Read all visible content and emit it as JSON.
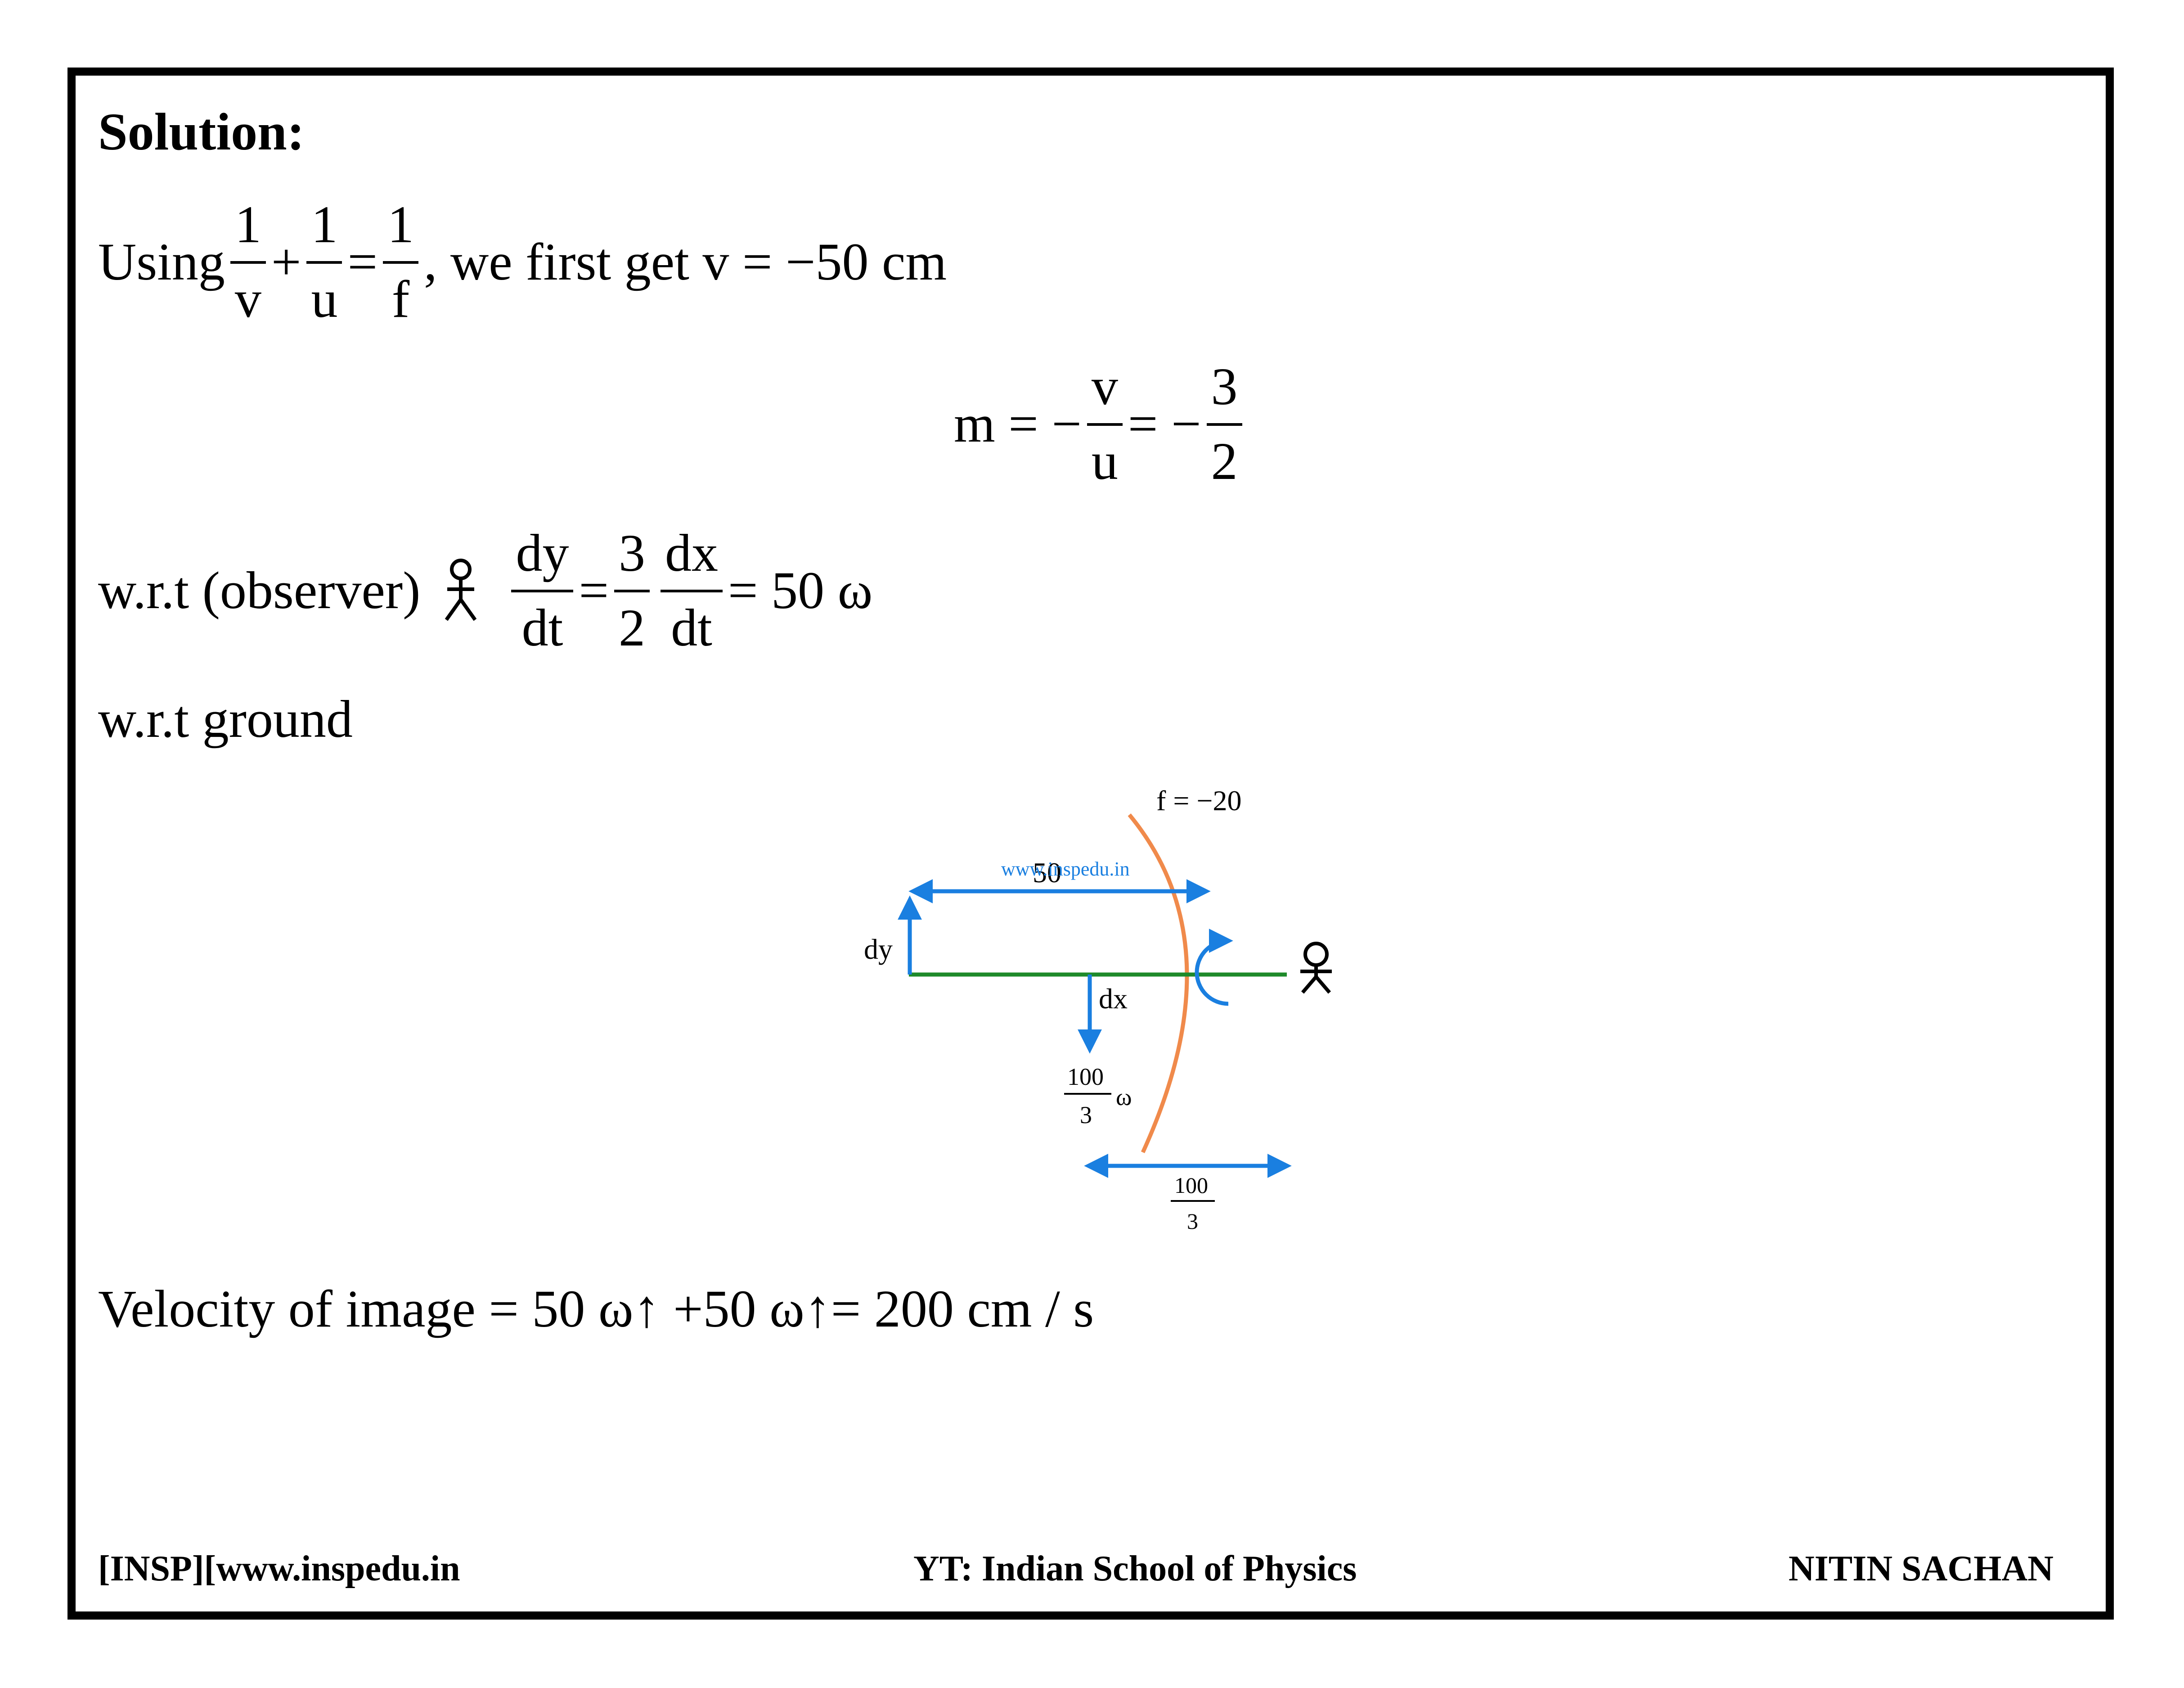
{
  "heading": "Solution:",
  "line1": {
    "prefix": "Using",
    "f1_num": "1",
    "f1_den": "v",
    "plus": "+",
    "f2_num": "1",
    "f2_den": "u",
    "eq": "=",
    "f3_num": "1",
    "f3_den": "f",
    "suffix": ", we first get v = −50 cm"
  },
  "line2": {
    "lhs": "m = −",
    "f1_num": "v",
    "f1_den": "u",
    "mid": "= −",
    "f2_num": "3",
    "f2_den": "2"
  },
  "line3": {
    "prefix": "w.r.t (observer)",
    "f1_num": "dy",
    "f1_den": "dt",
    "eq1": "=",
    "f2_num": "3",
    "f2_den": "2",
    "f3_num": "dx",
    "f3_den": "dt",
    "rhs": "= 50 ω"
  },
  "line4": "w.r.t ground",
  "diagram": {
    "focal_label": "f = −20",
    "distance_label": "50",
    "watermark": "www.inspedu.in",
    "dy_label": "dy",
    "dx_label": "dx",
    "omega_num": "100",
    "omega_den": "3",
    "omega_sym": "ω",
    "bottom_num": "100",
    "bottom_den": "3",
    "colors": {
      "arrow": "#1a7fe0",
      "axis": "#1e8a2a",
      "mirror": "#f08a4b"
    }
  },
  "line5": "Velocity of image = 50 ω↑ +50 ω↑= 200 cm / s",
  "footer": {
    "left": "[INSP][www.inspedu.in",
    "center": "YT: Indian School of Physics",
    "right": "NITIN SACHAN"
  }
}
